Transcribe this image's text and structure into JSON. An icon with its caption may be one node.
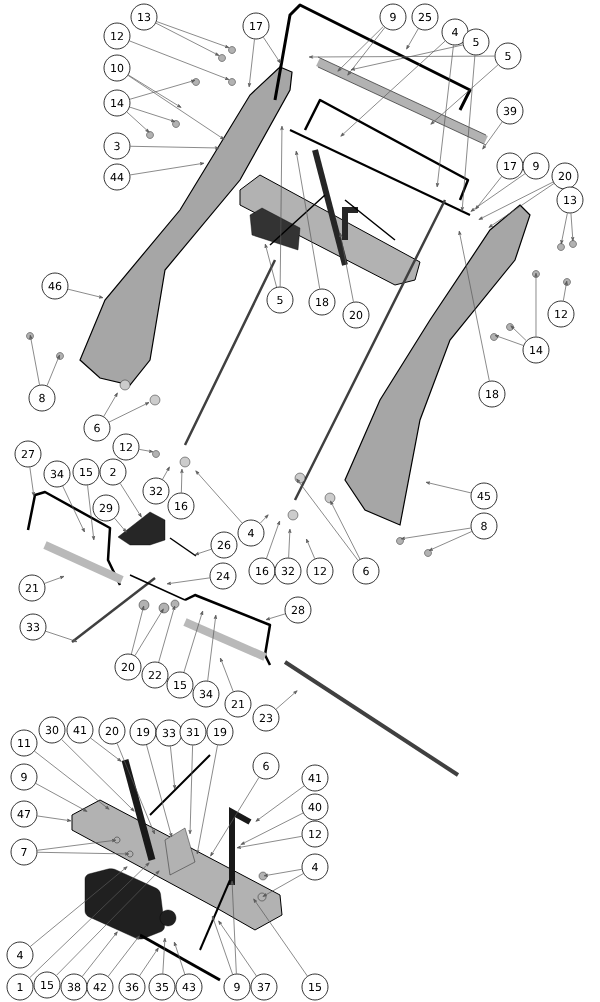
{
  "diagram": {
    "nodes": [
      {
        "text": [
          "13"
        ]
      },
      {
        "text": [
          "17"
        ]
      },
      {
        "text": [
          "9"
        ]
      },
      {
        "text": [
          "25"
        ]
      },
      {
        "text": [
          "4"
        ]
      },
      {
        "text": [
          "5"
        ]
      },
      {
        "text": [
          "5"
        ]
      },
      {
        "text": [
          "12"
        ]
      },
      {
        "text": [
          "10"
        ]
      },
      {
        "text": [
          "14"
        ]
      },
      {
        "text": [
          "39"
        ]
      },
      {
        "text": [
          "3"
        ]
      },
      {
        "text": [
          "17"
        ]
      },
      {
        "text": [
          "9"
        ]
      },
      {
        "text": [
          "20"
        ]
      },
      {
        "text": [
          "44"
        ]
      },
      {
        "text": [
          "13"
        ]
      },
      {
        "text": [
          "46"
        ]
      },
      {
        "text": [
          "5"
        ]
      },
      {
        "text": [
          "18"
        ]
      },
      {
        "text": [
          "20"
        ]
      },
      {
        "text": [
          "12"
        ]
      },
      {
        "text": [
          "14"
        ]
      },
      {
        "text": [
          "18"
        ]
      },
      {
        "text": [
          "8"
        ]
      },
      {
        "text": [
          "6"
        ]
      },
      {
        "text": [
          "12"
        ]
      },
      {
        "text": [
          "27"
        ]
      },
      {
        "text": [
          "34"
        ]
      },
      {
        "text": [
          "15"
        ]
      },
      {
        "text": [
          "2"
        ]
      },
      {
        "text": [
          "45"
        ]
      },
      {
        "text": [
          "32"
        ]
      },
      {
        "text": [
          "29"
        ]
      },
      {
        "text": [
          "16"
        ]
      },
      {
        "text": [
          "8"
        ]
      },
      {
        "text": [
          "4"
        ]
      },
      {
        "text": [
          "26"
        ]
      },
      {
        "text": [
          "16"
        ]
      },
      {
        "text": [
          "32"
        ]
      },
      {
        "text": [
          "12"
        ]
      },
      {
        "text": [
          "6"
        ]
      },
      {
        "text": [
          "24"
        ]
      },
      {
        "text": [
          "21"
        ]
      },
      {
        "text": [
          "28"
        ]
      },
      {
        "text": [
          "33"
        ]
      },
      {
        "text": [
          "20"
        ]
      },
      {
        "text": [
          "22"
        ]
      },
      {
        "text": [
          "15"
        ]
      },
      {
        "text": [
          "34"
        ]
      },
      {
        "text": [
          "21"
        ]
      },
      {
        "text": [
          "23"
        ]
      },
      {
        "text": [
          "30"
        ]
      },
      {
        "text": [
          "41"
        ]
      },
      {
        "text": [
          "20"
        ]
      },
      {
        "text": [
          "19"
        ]
      },
      {
        "text": [
          "33"
        ]
      },
      {
        "text": [
          "31"
        ]
      },
      {
        "text": [
          "19"
        ]
      },
      {
        "text": [
          "11"
        ]
      },
      {
        "text": [
          "6"
        ]
      },
      {
        "text": [
          "9"
        ]
      },
      {
        "text": [
          "41"
        ]
      },
      {
        "text": [
          "40"
        ]
      },
      {
        "text": [
          "47"
        ]
      },
      {
        "text": [
          "12"
        ]
      },
      {
        "text": [
          "7"
        ]
      },
      {
        "text": [
          "4"
        ]
      },
      {
        "text": [
          "4"
        ]
      },
      {
        "text": [
          "1"
        ]
      },
      {
        "text": [
          "15"
        ]
      },
      {
        "text": [
          "38"
        ]
      },
      {
        "text": [
          "42"
        ]
      },
      {
        "text": [
          "36"
        ]
      },
      {
        "text": [
          "35"
        ]
      },
      {
        "text": [
          "43"
        ]
      },
      {
        "text": [
          "9"
        ]
      },
      {
        "text": [
          "37"
        ]
      },
      {
        "text": [
          "15"
        ]
      }
    ],
    "edges": [
      {
        "from": 0,
        "to": null,
        "arrow": "to"
      },
      {
        "from": 0,
        "to": null,
        "arrow": "to"
      },
      {
        "from": 1,
        "to": null,
        "arrow": "to"
      },
      {
        "from": 1,
        "to": null,
        "arrow": "to"
      },
      {
        "from": 2,
        "to": null,
        "arrow": "to"
      },
      {
        "from": 2,
        "to": null,
        "arrow": "to"
      },
      {
        "from": 3,
        "to": null,
        "arrow": "to"
      },
      {
        "from": 4,
        "to": null,
        "arrow": "to"
      },
      {
        "from": 4,
        "to": null,
        "arrow": "to"
      },
      {
        "from": 5,
        "to": null,
        "arrow": "to"
      },
      {
        "from": 5,
        "to": null,
        "arrow": "to"
      },
      {
        "from": 6,
        "to": null,
        "arrow": "to"
      },
      {
        "from": 6,
        "to": null,
        "arrow": "to"
      },
      {
        "from": 7,
        "to": null,
        "arrow": "to"
      },
      {
        "from": 8,
        "to": null,
        "arrow": "to"
      },
      {
        "from": 8,
        "to": null,
        "arrow": "to"
      },
      {
        "from": 9,
        "to": null,
        "arrow": "to"
      },
      {
        "from": 9,
        "to": null,
        "arrow": "to"
      },
      {
        "from": 9,
        "to": null,
        "arrow": "to"
      },
      {
        "from": 10,
        "to": null,
        "arrow": "to"
      },
      {
        "from": 11,
        "to": null,
        "arrow": "to"
      },
      {
        "from": 12,
        "to": null,
        "arrow": "to"
      },
      {
        "from": 13,
        "to": null,
        "arrow": "to"
      },
      {
        "from": 14,
        "to": null,
        "arrow": "to"
      },
      {
        "from": 14,
        "to": null,
        "arrow": "to"
      },
      {
        "from": 15,
        "to": null,
        "arrow": "to"
      },
      {
        "from": 16,
        "to": null,
        "arrow": "to"
      },
      {
        "from": 16,
        "to": null,
        "arrow": "to"
      },
      {
        "from": 17,
        "to": null,
        "arrow": "to"
      },
      {
        "from": 18,
        "to": null,
        "arrow": "to"
      },
      {
        "from": 18,
        "to": null,
        "arrow": "to"
      },
      {
        "from": 19,
        "to": null,
        "arrow": "to"
      },
      {
        "from": 20,
        "to": null,
        "arrow": "to"
      },
      {
        "from": 21,
        "to": null,
        "arrow": "to"
      },
      {
        "from": 22,
        "to": null,
        "arrow": "to"
      },
      {
        "from": 22,
        "to": null,
        "arrow": "to"
      },
      {
        "from": 22,
        "to": null,
        "arrow": "to"
      },
      {
        "from": 23,
        "to": null,
        "arrow": "to"
      },
      {
        "from": 24,
        "to": null,
        "arrow": "to"
      },
      {
        "from": 24,
        "to": null,
        "arrow": "to"
      },
      {
        "from": 25,
        "to": null,
        "arrow": "to"
      },
      {
        "from": 25,
        "to": null,
        "arrow": "to"
      },
      {
        "from": 26,
        "to": null,
        "arrow": "to"
      },
      {
        "from": 27,
        "to": null,
        "arrow": "to"
      },
      {
        "from": 28,
        "to": null,
        "arrow": "to"
      },
      {
        "from": 29,
        "to": null,
        "arrow": "to"
      },
      {
        "from": 30,
        "to": null,
        "arrow": "to"
      },
      {
        "from": 31,
        "to": null,
        "arrow": "to"
      },
      {
        "from": 32,
        "to": null,
        "arrow": "to"
      },
      {
        "from": 33,
        "to": null,
        "arrow": "to"
      },
      {
        "from": 34,
        "to": null,
        "arrow": "to"
      },
      {
        "from": 35,
        "to": null,
        "arrow": "to"
      },
      {
        "from": 35,
        "to": null,
        "arrow": "to"
      },
      {
        "from": 36,
        "to": null,
        "arrow": "to"
      },
      {
        "from": 36,
        "to": null,
        "arrow": "to"
      },
      {
        "from": 37,
        "to": null,
        "arrow": "to"
      },
      {
        "from": 38,
        "to": null,
        "arrow": "to"
      },
      {
        "from": 39,
        "to": null,
        "arrow": "to"
      },
      {
        "from": 40,
        "to": null,
        "arrow": "to"
      },
      {
        "from": 41,
        "to": null,
        "arrow": "to"
      },
      {
        "from": 41,
        "to": null,
        "arrow": "to"
      },
      {
        "from": 42,
        "to": null,
        "arrow": "to"
      },
      {
        "from": 43,
        "to": null,
        "arrow": "to"
      },
      {
        "from": 44,
        "to": null,
        "arrow": "to"
      },
      {
        "from": 45,
        "to": null,
        "arrow": "to"
      },
      {
        "from": 46,
        "to": null,
        "arrow": "to"
      },
      {
        "from": 46,
        "to": null,
        "arrow": "to"
      },
      {
        "from": 47,
        "to": null,
        "arrow": "to"
      },
      {
        "from": 48,
        "to": null,
        "arrow": "to"
      },
      {
        "from": 49,
        "to": null,
        "arrow": "to"
      },
      {
        "from": 50,
        "to": null,
        "arrow": "to"
      },
      {
        "from": 51,
        "to": null,
        "arrow": "to"
      },
      {
        "from": 52,
        "to": null,
        "arrow": "to"
      },
      {
        "from": 53,
        "to": null,
        "arrow": "to"
      },
      {
        "from": 54,
        "to": null,
        "arrow": "to"
      },
      {
        "from": 55,
        "to": null,
        "arrow": "to"
      },
      {
        "from": 56,
        "to": null,
        "arrow": "to"
      },
      {
        "from": 57,
        "to": null,
        "arrow": "to"
      },
      {
        "from": 58,
        "to": null,
        "arrow": "to"
      },
      {
        "from": 59,
        "to": null,
        "arrow": "to"
      },
      {
        "from": 60,
        "to": null,
        "arrow": "to"
      },
      {
        "from": 61,
        "to": null,
        "arrow": "to"
      },
      {
        "from": 62,
        "to": null,
        "arrow": "to"
      },
      {
        "from": 63,
        "to": null,
        "arrow": "to"
      },
      {
        "from": 64,
        "to": null,
        "arrow": "to"
      },
      {
        "from": 65,
        "to": null,
        "arrow": "to"
      },
      {
        "from": 66,
        "to": null,
        "arrow": "to"
      },
      {
        "from": 66,
        "to": null,
        "arrow": "to"
      },
      {
        "from": 67,
        "to": null,
        "arrow": "to"
      },
      {
        "from": 67,
        "to": null,
        "arrow": "to"
      },
      {
        "from": 68,
        "to": null,
        "arrow": "to"
      },
      {
        "from": 69,
        "to": null,
        "arrow": "to"
      },
      {
        "from": 70,
        "to": null,
        "arrow": "to"
      },
      {
        "from": 71,
        "to": null,
        "arrow": "to"
      },
      {
        "from": 72,
        "to": null,
        "arrow": "to"
      },
      {
        "from": 73,
        "to": null,
        "arrow": "to"
      },
      {
        "from": 74,
        "to": null,
        "arrow": "to"
      },
      {
        "from": 75,
        "to": null,
        "arrow": "to"
      },
      {
        "from": 76,
        "to": null,
        "arrow": "to"
      },
      {
        "from": 76,
        "to": null,
        "arrow": "to"
      },
      {
        "from": 77,
        "to": null,
        "arrow": "to"
      },
      {
        "from": 78,
        "to": null,
        "arrow": "to"
      }
    ]
  }
}
